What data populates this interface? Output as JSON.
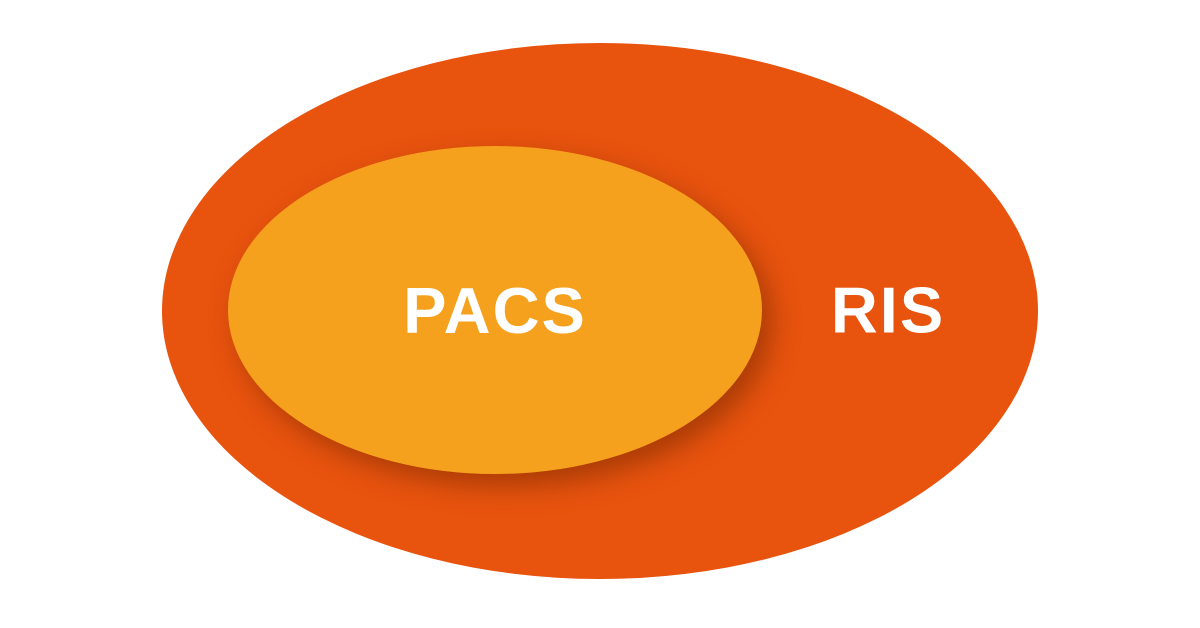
{
  "diagram": {
    "type": "nested-ellipses",
    "background_color": "#ffffff",
    "label_color": "#ffffff",
    "outer": {
      "label": "RIS",
      "color": "#e8530e"
    },
    "inner": {
      "label": "PACS",
      "color": "#f6a11d",
      "shadow_color": "rgba(120,42,0,0.55)"
    }
  }
}
